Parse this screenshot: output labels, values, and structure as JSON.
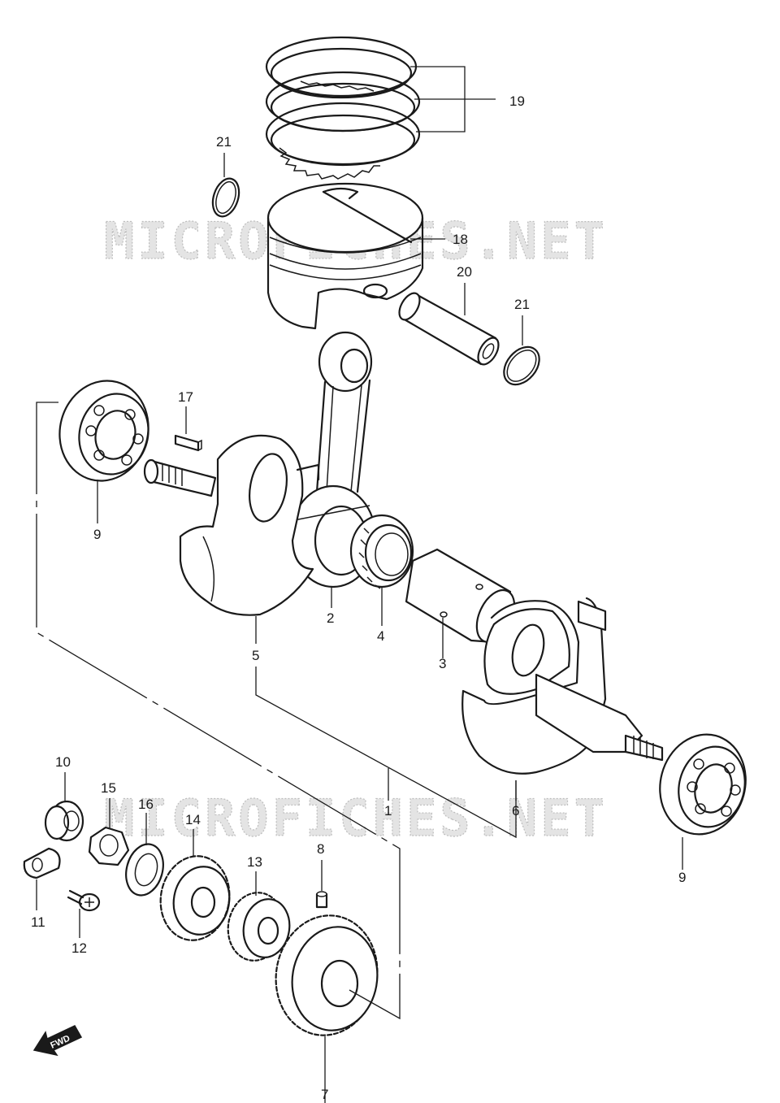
{
  "watermark": "MICROFICHES.NET",
  "fwd_label": "FWD",
  "callouts": {
    "c1": "1",
    "c2": "2",
    "c3": "3",
    "c4": "4",
    "c5": "5",
    "c6": "6",
    "c7": "7",
    "c8": "8",
    "c9_left": "9",
    "c9_right": "9",
    "c10": "10",
    "c11": "11",
    "c12": "12",
    "c13": "13",
    "c14": "14",
    "c15": "15",
    "c16": "16",
    "c17": "17",
    "c18": "18",
    "c19": "19",
    "c20": "20",
    "c21_left": "21",
    "c21_right": "21"
  }
}
